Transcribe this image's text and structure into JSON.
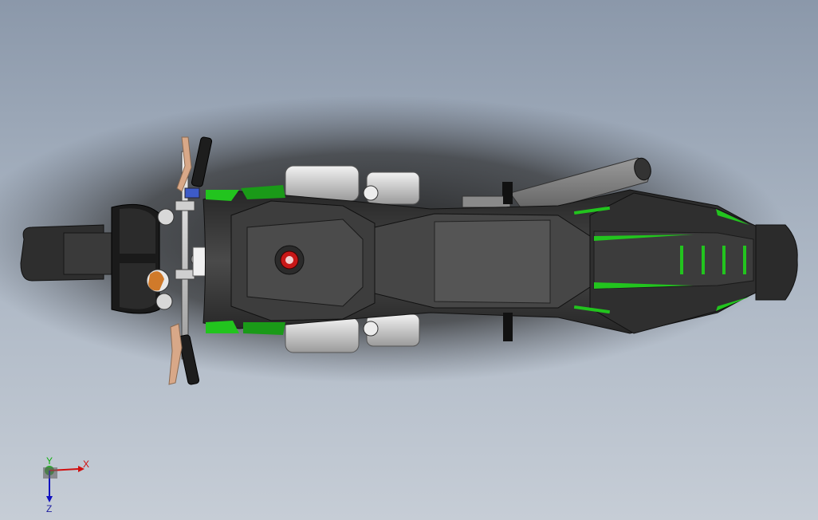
{
  "viewport": {
    "background_top": "#8b98aa",
    "background_bottom": "#c6cdd6",
    "model_name": "motorcycle-top-view"
  },
  "model": {
    "body_color": "#3c3c3c",
    "accent_color": "#22c41e",
    "chrome_color": "#c8c8c8",
    "lever_color": "#d8a888",
    "cap_color": "#c81818"
  },
  "triad": {
    "x_label": "X",
    "y_label": "Y",
    "z_label": "Z",
    "x_color": "#d01010",
    "y_color": "#10b010",
    "z_color": "#1010c0"
  }
}
